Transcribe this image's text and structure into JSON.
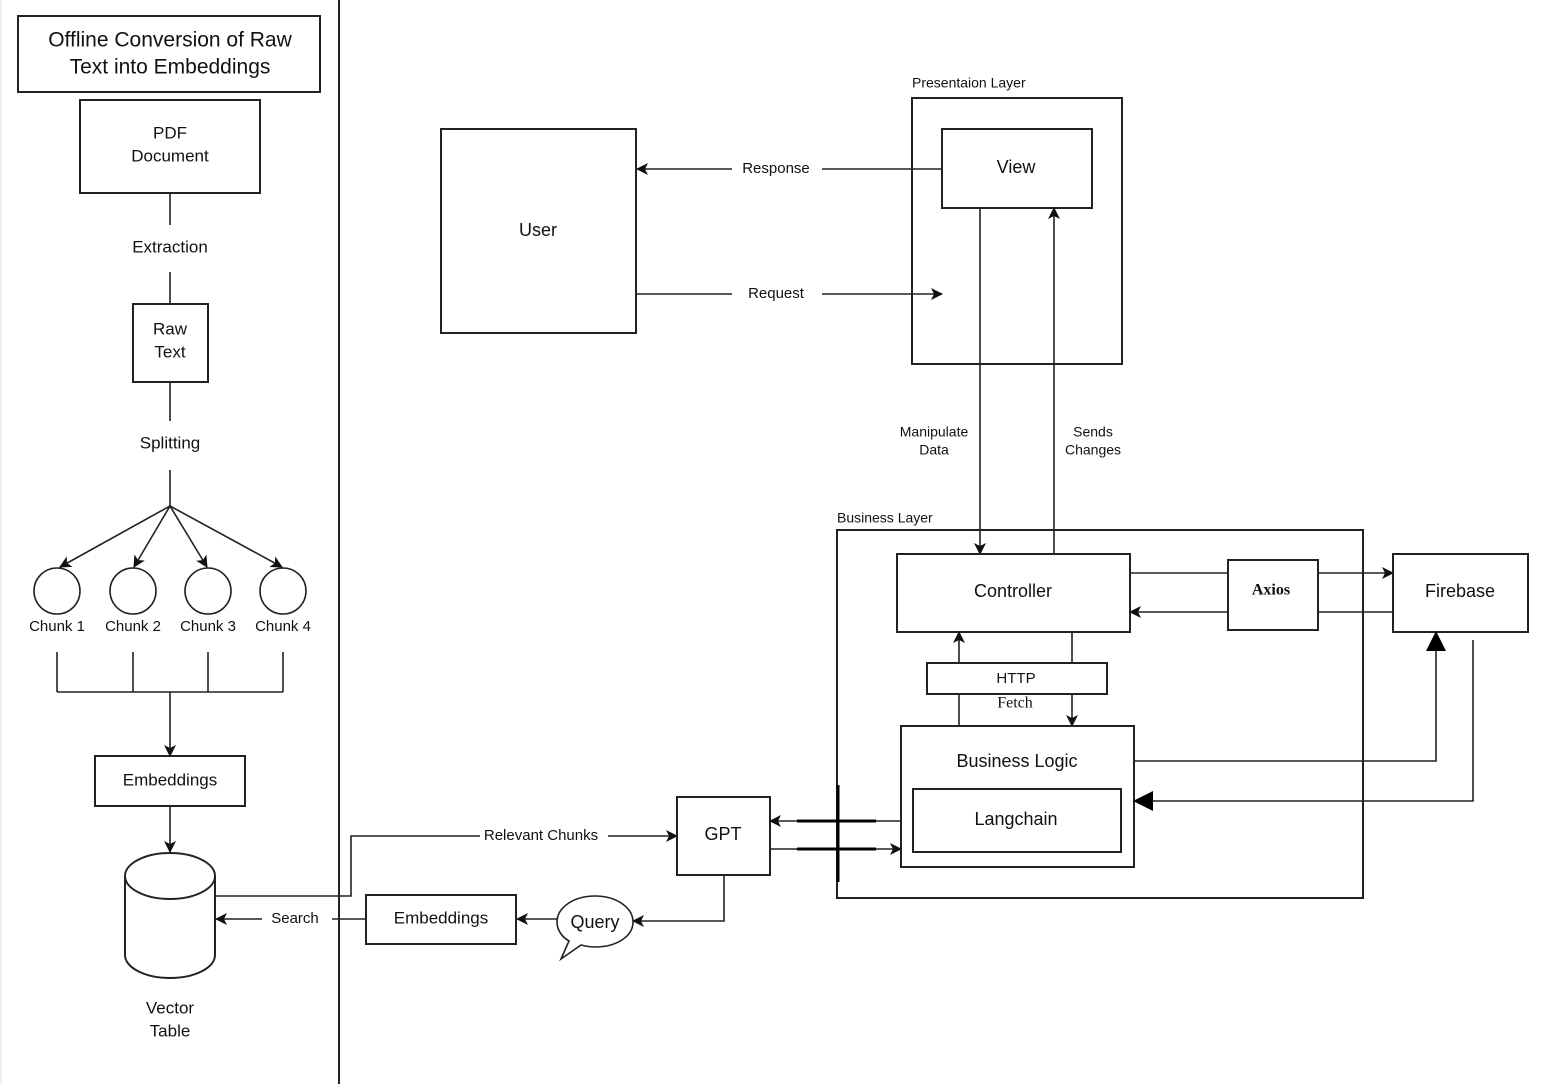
{
  "left_panel": {
    "title_line1": "Offline Conversion of Raw",
    "title_line2": "Text into Embeddings",
    "pdf_line1": "PDF",
    "pdf_line2": "Document",
    "extraction": "Extraction",
    "raw_line1": "Raw",
    "raw_line2": "Text",
    "splitting": "Splitting",
    "chunks": [
      "Chunk 1",
      "Chunk 2",
      "Chunk 3",
      "Chunk 4"
    ],
    "embeddings": "Embeddings",
    "vector_line1": "Vector",
    "vector_line2": "Table"
  },
  "presentation": {
    "layer_label": "Presentaion Layer",
    "view": "View",
    "user": "User",
    "response": "Response",
    "request": "Request",
    "manipulate_line1": "Manipulate",
    "manipulate_line2": "Data",
    "sends_line1": "Sends",
    "sends_line2": "Changes"
  },
  "business": {
    "layer_label": "Business Layer",
    "controller": "Controller",
    "axios": "Axios",
    "firebase": "Firebase",
    "http": "HTTP",
    "fetch": "Fetch",
    "business_logic": "Business Logic",
    "langchain": "Langchain"
  },
  "retrieval": {
    "gpt": "GPT",
    "relevant_chunks": "Relevant Chunks",
    "search": "Search",
    "embeddings": "Embeddings",
    "query": "Query"
  }
}
